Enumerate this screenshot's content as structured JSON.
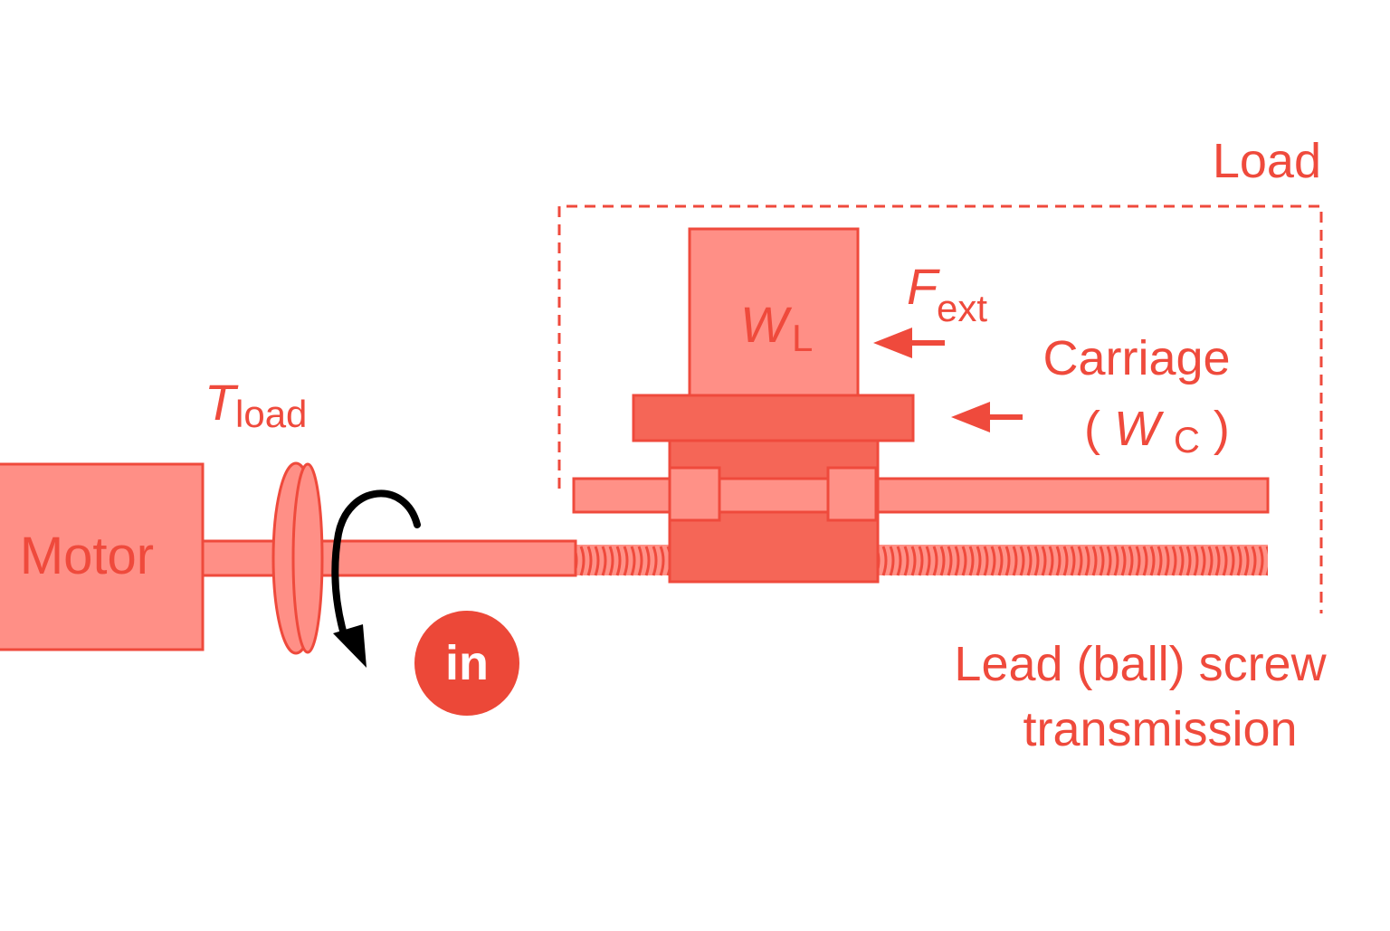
{
  "colors": {
    "stroke": "#ef4a3c",
    "fill_light": "#ff9187",
    "fill_mid": "#f56657",
    "fill_shaft": "#ff8f86",
    "text": "#ef4a3c",
    "badge": "#ec4838",
    "badge_text": "#ffffff",
    "arrow_rotation": "#000000"
  },
  "labels": {
    "motor": "Motor",
    "torque_symbol": "T",
    "torque_subscript": "load",
    "badge": "in",
    "load_weight_symbol": "W",
    "load_weight_subscript": "L",
    "force_symbol": "F",
    "force_subscript": "ext",
    "carriage_line1": "Carriage",
    "carriage_open": "(",
    "carriage_symbol": "W",
    "carriage_subscript": "C",
    "carriage_close": ")",
    "load_group": "Load",
    "transmission_line1": "Lead (ball) screw",
    "transmission_line2": "transmission"
  },
  "icons": {
    "rotation": "curved-arrow-icon",
    "force_arrow": "left-arrow-icon"
  }
}
